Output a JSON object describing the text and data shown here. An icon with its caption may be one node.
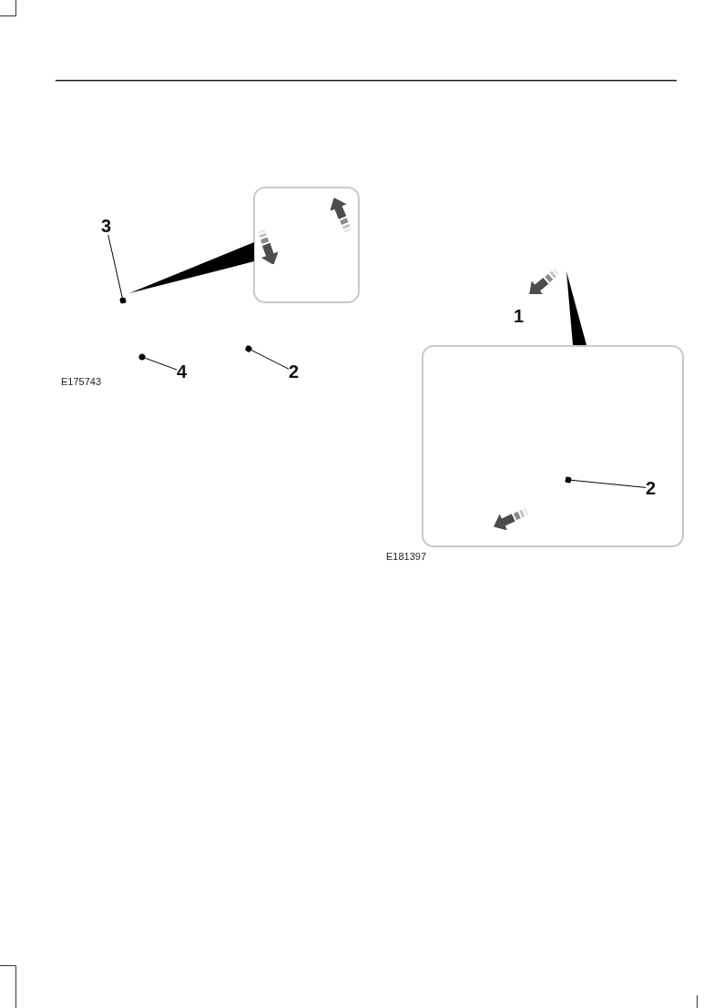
{
  "diagram": {
    "nodes": [
      {
        "text": [
          "3"
        ]
      },
      {
        "text": [
          "4"
        ]
      },
      {
        "text": [
          "2"
        ]
      },
      {
        "text": [
          "2"
        ]
      }
    ],
    "edges": [
      {
        "from": 0,
        "to": null,
        "arrow": "other"
      },
      {
        "from": 1,
        "to": null,
        "arrow": "other"
      },
      {
        "from": 2,
        "to": null,
        "arrow": "other"
      },
      {
        "from": 3,
        "to": null,
        "arrow": "other"
      }
    ],
    "labels": [
      "E175743",
      "1",
      "E181397"
    ]
  }
}
